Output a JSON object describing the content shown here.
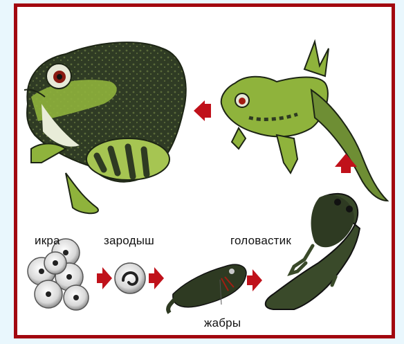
{
  "labels": {
    "eggs": "икра",
    "embryo": "зародыш",
    "tadpole": "головастик",
    "gills": "жабры"
  },
  "colors": {
    "frame": "#a2070f",
    "page_bg": "#e9f7fd",
    "arrow": "#c0111a",
    "frog_green": "#8fb33c",
    "frog_dark": "#2e3a22"
  }
}
